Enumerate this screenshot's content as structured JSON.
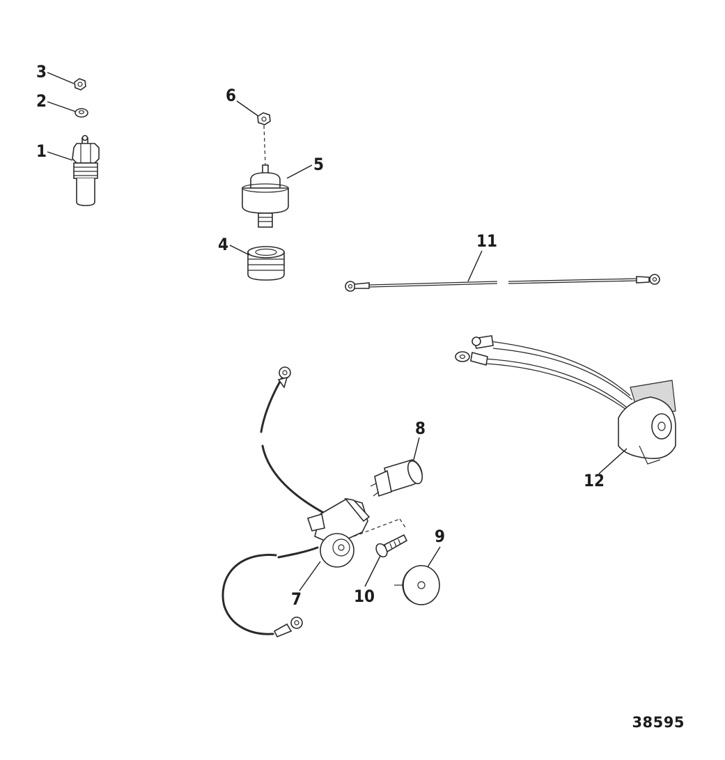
{
  "callouts": {
    "c1": "1",
    "c2": "2",
    "c3": "3",
    "c4": "4",
    "c5": "5",
    "c6": "6",
    "c7": "7",
    "c8": "8",
    "c9": "9",
    "c10": "10",
    "c11": "11",
    "c12": "12"
  },
  "figure_number": "38595"
}
